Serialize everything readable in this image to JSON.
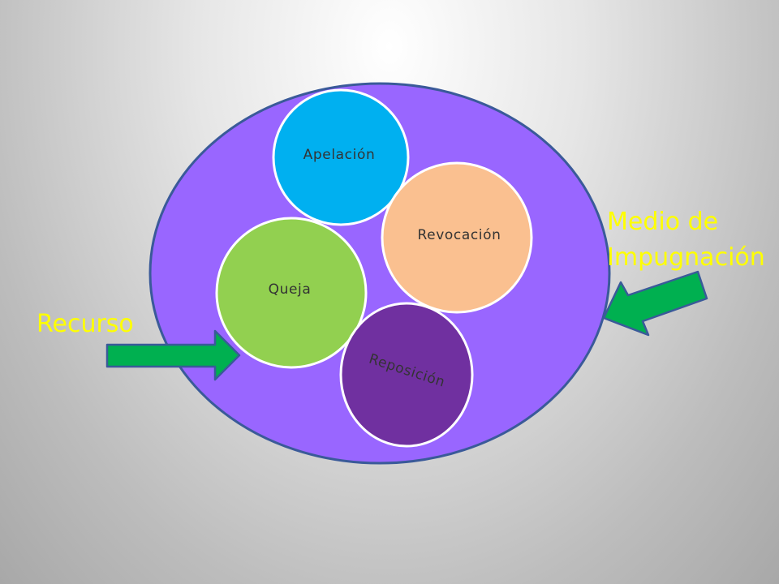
{
  "diagram": {
    "circles": {
      "apelacion": "Apelación",
      "revocacion": "Revocación",
      "queja": "Queja",
      "reposicion": "Reposición"
    },
    "labels": {
      "recurso": "Recurso",
      "medio_line1": "Medio de",
      "medio_line2": "Impugnación"
    }
  },
  "colors": {
    "outer_ellipse": "#9966ff",
    "outline": "#3a5a99",
    "apelacion": "#00b0f0",
    "revocacion": "#fac090",
    "queja": "#92d050",
    "reposicion": "#7030a0",
    "arrow": "#00b050",
    "label_text": "#ffff00"
  }
}
